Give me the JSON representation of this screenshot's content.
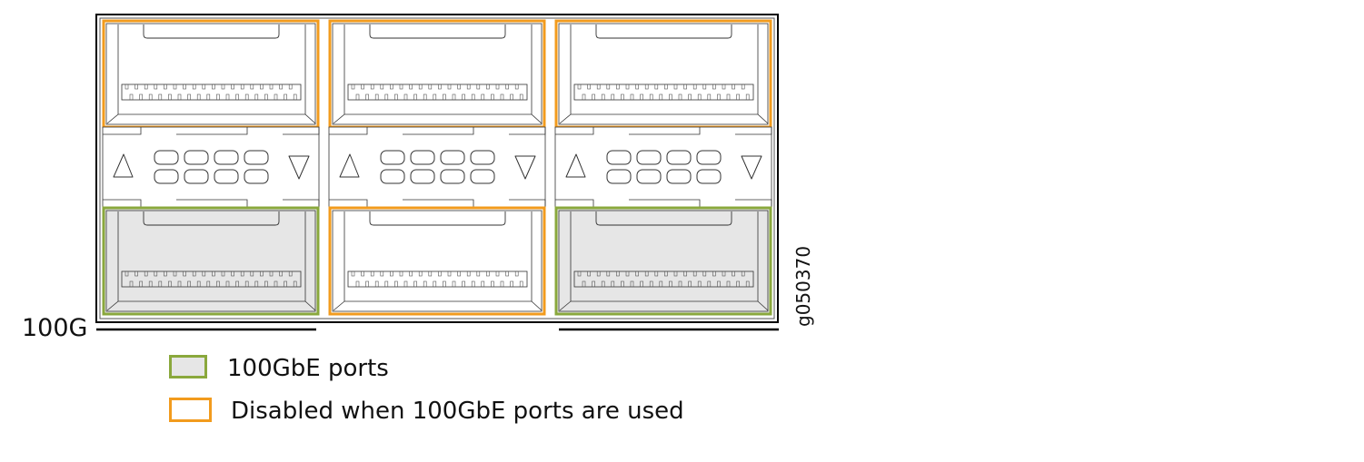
{
  "labels": {
    "speed": "100G",
    "figure_id": "g050370"
  },
  "legend": [
    {
      "label": "100GbE ports",
      "color": "#8aa83c",
      "fill": "#e6e6e6"
    },
    {
      "label": "Disabled when 100GbE ports are used",
      "color": "#f29b1d",
      "fill": "#ffffff"
    }
  ],
  "ports": {
    "top": [
      "disabled",
      "disabled",
      "disabled"
    ],
    "bottom": [
      "100GbE",
      "disabled",
      "100GbE"
    ]
  }
}
